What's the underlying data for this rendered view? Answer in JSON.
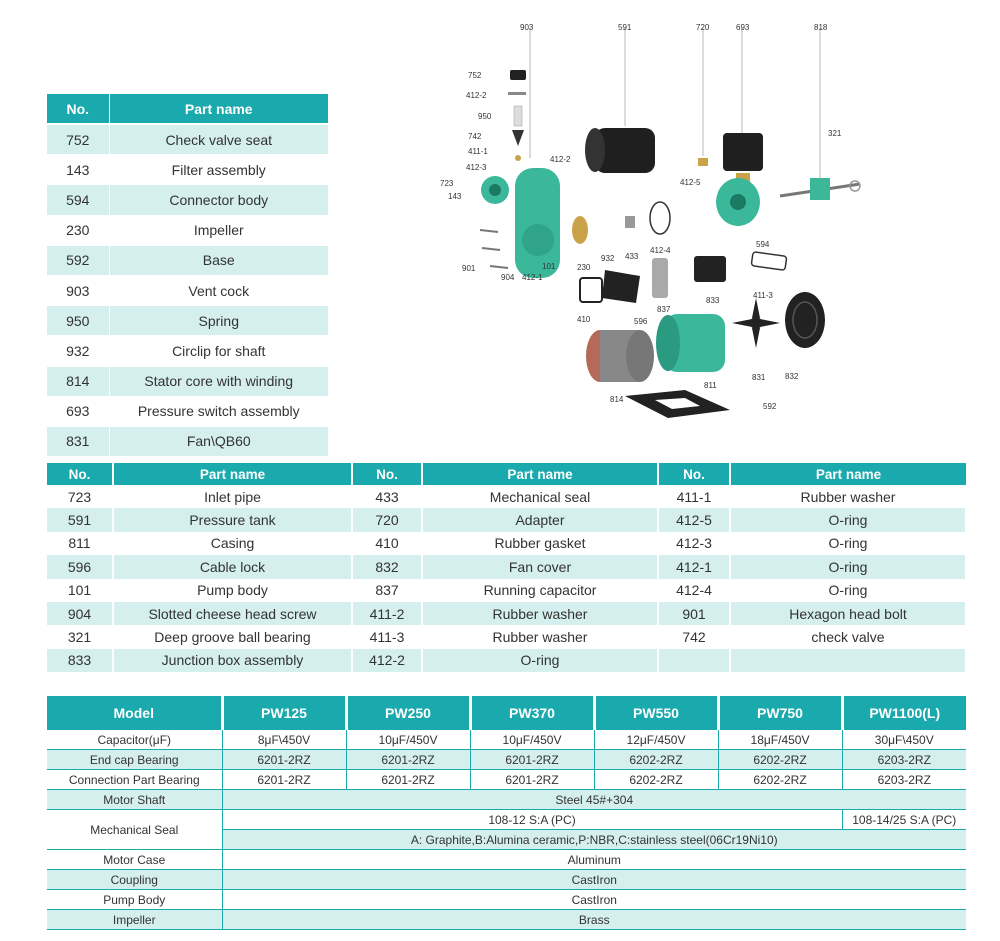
{
  "parts_table_1": {
    "headers": [
      "No.",
      "Part name"
    ],
    "rows": [
      [
        "752",
        "Check valve seat"
      ],
      [
        "143",
        "Filter assembly"
      ],
      [
        "594",
        "Connector body"
      ],
      [
        "230",
        "Impeller"
      ],
      [
        "592",
        "Base"
      ],
      [
        "903",
        "Vent cock"
      ],
      [
        "950",
        "Spring"
      ],
      [
        "932",
        "Circlip for shaft"
      ],
      [
        "814",
        "Stator core with winding"
      ],
      [
        "693",
        "Pressure switch assembly"
      ],
      [
        "831",
        "Fan\\QB60"
      ]
    ]
  },
  "parts_table_2": {
    "headers": [
      "No.",
      "Part name",
      "No.",
      "Part name",
      "No.",
      "Part name"
    ],
    "rows": [
      [
        "723",
        "Inlet pipe",
        "433",
        "Mechanical seal",
        "411-1",
        "Rubber washer"
      ],
      [
        "591",
        "Pressure tank",
        "720",
        "Adapter",
        "412-5",
        "O-ring"
      ],
      [
        "811",
        "Casing",
        "410",
        "Rubber gasket",
        "412-3",
        "O-ring"
      ],
      [
        "596",
        "Cable lock",
        "832",
        "Fan cover",
        "412-1",
        "O-ring"
      ],
      [
        "101",
        "Pump body",
        "837",
        "Running capacitor",
        "412-4",
        "O-ring"
      ],
      [
        "904",
        "Slotted cheese head screw",
        "411-2",
        "Rubber washer",
        "901",
        "Hexagon head bolt"
      ],
      [
        "321",
        "Deep groove ball bearing",
        "411-3",
        "Rubber washer",
        "742",
        "check valve"
      ],
      [
        "833",
        "Junction box assembly",
        "412-2",
        "O-ring",
        "",
        ""
      ]
    ]
  },
  "spec_table": {
    "headers": [
      "Model",
      "PW125",
      "PW250",
      "PW370",
      "PW550",
      "PW750",
      "PW1100(L)"
    ],
    "capacitor": {
      "label": "Capacitor(μF)",
      "values": [
        "8μF\\450V",
        "10μF/450V",
        "10μF/450V",
        "12μF/450V",
        "18μF/450V",
        "30μF\\450V"
      ]
    },
    "end_cap": {
      "label": "End cap Bearing",
      "values": [
        "6201-2RZ",
        "6201-2RZ",
        "6201-2RZ",
        "6202-2RZ",
        "6202-2RZ",
        "6203-2RZ"
      ]
    },
    "connection": {
      "label": "Connection Part Bearing",
      "values": [
        "6201-2RZ",
        "6201-2RZ",
        "6201-2RZ",
        "6202-2RZ",
        "6202-2RZ",
        "6203-2RZ"
      ]
    },
    "motor_shaft": {
      "label": "Motor Shaft",
      "value": "Steel 45#+304"
    },
    "mech_seal": {
      "label": "Mechanical Seal",
      "value_a": "108-12 S:A (PC)",
      "value_b": "108-14/25 S:A (PC)",
      "note": "A: Graphite,B:Alumina ceramic,P:NBR,C:stainless steel(06Cr19Ni10)"
    },
    "motor_case": {
      "label": "Motor Case",
      "value": "Aluminum"
    },
    "coupling": {
      "label": "Coupling",
      "value": "CastIron"
    },
    "pump_body": {
      "label": "Pump Body",
      "value": "CastIron"
    },
    "impeller": {
      "label": "Impeller",
      "value": "Brass"
    }
  },
  "diagram": {
    "callouts": [
      "903",
      "591",
      "720",
      "693",
      "818",
      "752",
      "412-2",
      "950",
      "742",
      "411-1",
      "412-2",
      "412-3",
      "321",
      "723",
      "143",
      "412-5",
      "594",
      "901",
      "904",
      "412-1",
      "101",
      "230",
      "932",
      "433",
      "412-4",
      "411-3",
      "837",
      "833",
      "410",
      "596",
      "832",
      "831",
      "811",
      "814",
      "592"
    ],
    "colors": {
      "teal": "#1aa9ad",
      "green_part": "#3bb89a",
      "dark": "#222222",
      "copper": "#b36a58",
      "brass": "#c9a24a"
    }
  }
}
